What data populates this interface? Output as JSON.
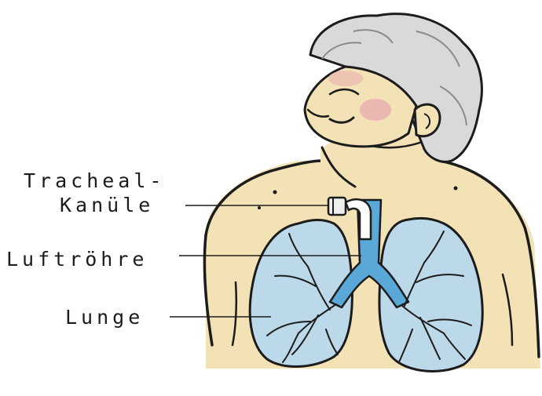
{
  "labels": {
    "tracheal_line1": "Tracheal-",
    "tracheal_line2": "Kanüle",
    "luftroehre": "Luftröhre",
    "lunge": "Lunge"
  },
  "colors": {
    "skin": "#f3e2b6",
    "hair": "#d9d9d9",
    "lung": "#bcd9ea",
    "trachea": "#5aa8d8",
    "cheek": "#eab8b0",
    "outline": "#1c1c1c"
  }
}
